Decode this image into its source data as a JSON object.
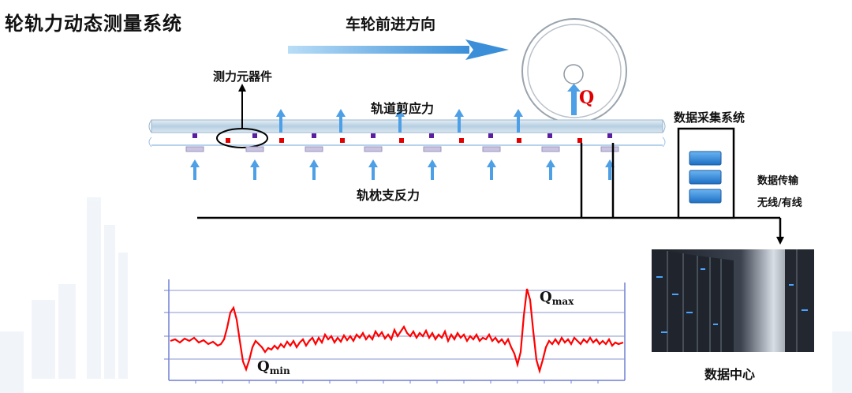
{
  "title": "轮轨力动态测量系统",
  "labels": {
    "direction": "车轮前进方向",
    "sensor": "测力元器件",
    "shear_force": "轨道剪应力",
    "sleeper_force": "轨枕支反力",
    "acquisition_system": "数据采集系统",
    "transmission": "数据传输",
    "transmission_mode": "无线/有线",
    "data_center": "数据中心",
    "wheel_load": "Q",
    "q_max_main": "Q",
    "q_max_sub": "max",
    "q_min_main": "Q",
    "q_min_sub": "min"
  },
  "colors": {
    "arrow_blue": "#4d9fe6",
    "sensor_red": "#e00000",
    "sensor_purple": "#5a1fa0",
    "signal_red": "#ff0000",
    "server_blue": "#3d8fe0",
    "rail": "#a9c7df"
  },
  "icons": {
    "direction": "right-arrow-icon",
    "wheel": "wheel-icon",
    "storage": "server-stack-icon",
    "datacenter": "server-room-icon"
  }
}
